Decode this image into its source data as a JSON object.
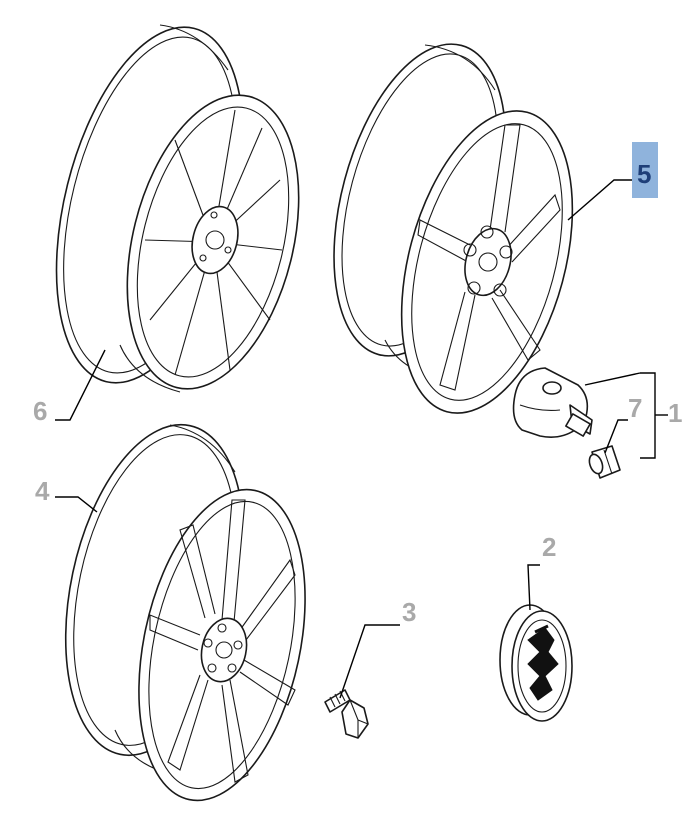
{
  "callouts": [
    {
      "id": "1",
      "label": "1",
      "highlighted": false
    },
    {
      "id": "2",
      "label": "2",
      "highlighted": false
    },
    {
      "id": "3",
      "label": "3",
      "highlighted": false
    },
    {
      "id": "4",
      "label": "4",
      "highlighted": false
    },
    {
      "id": "5",
      "label": "5",
      "highlighted": true
    },
    {
      "id": "6",
      "label": "6",
      "highlighted": false
    },
    {
      "id": "7",
      "label": "7",
      "highlighted": false
    }
  ],
  "colors": {
    "label_gray": "#a9a9a9",
    "highlight_fill": "#8fb3dc",
    "highlight_text": "#1f3f78"
  }
}
